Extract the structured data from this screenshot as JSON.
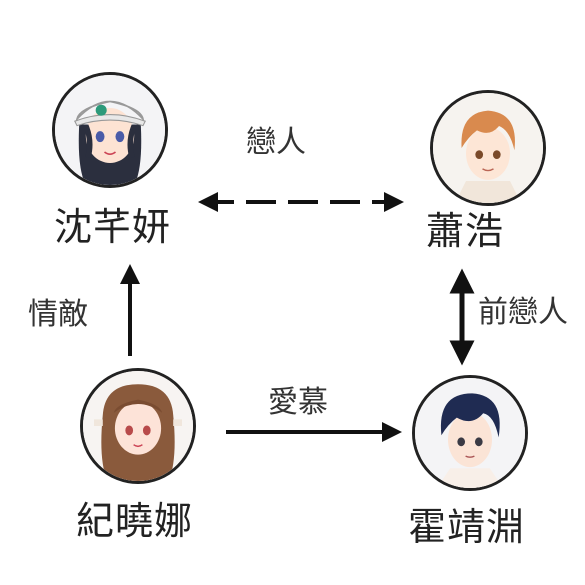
{
  "characters": {
    "shen": {
      "name": "沈芊妍",
      "icon": "girl-with-cap-portrait"
    },
    "xiao": {
      "name": "蕭浩",
      "icon": "boy-orange-hair-portrait"
    },
    "ji": {
      "name": "紀曉娜",
      "icon": "girl-brown-hair-portrait"
    },
    "huo": {
      "name": "霍靖淵",
      "icon": "boy-dark-hair-portrait"
    }
  },
  "relations": {
    "lovers": "戀人",
    "rival": "情敵",
    "ex_lovers": "前戀人",
    "admire": "愛慕"
  },
  "colors": {
    "line": "#111111",
    "outline": "#222222"
  }
}
